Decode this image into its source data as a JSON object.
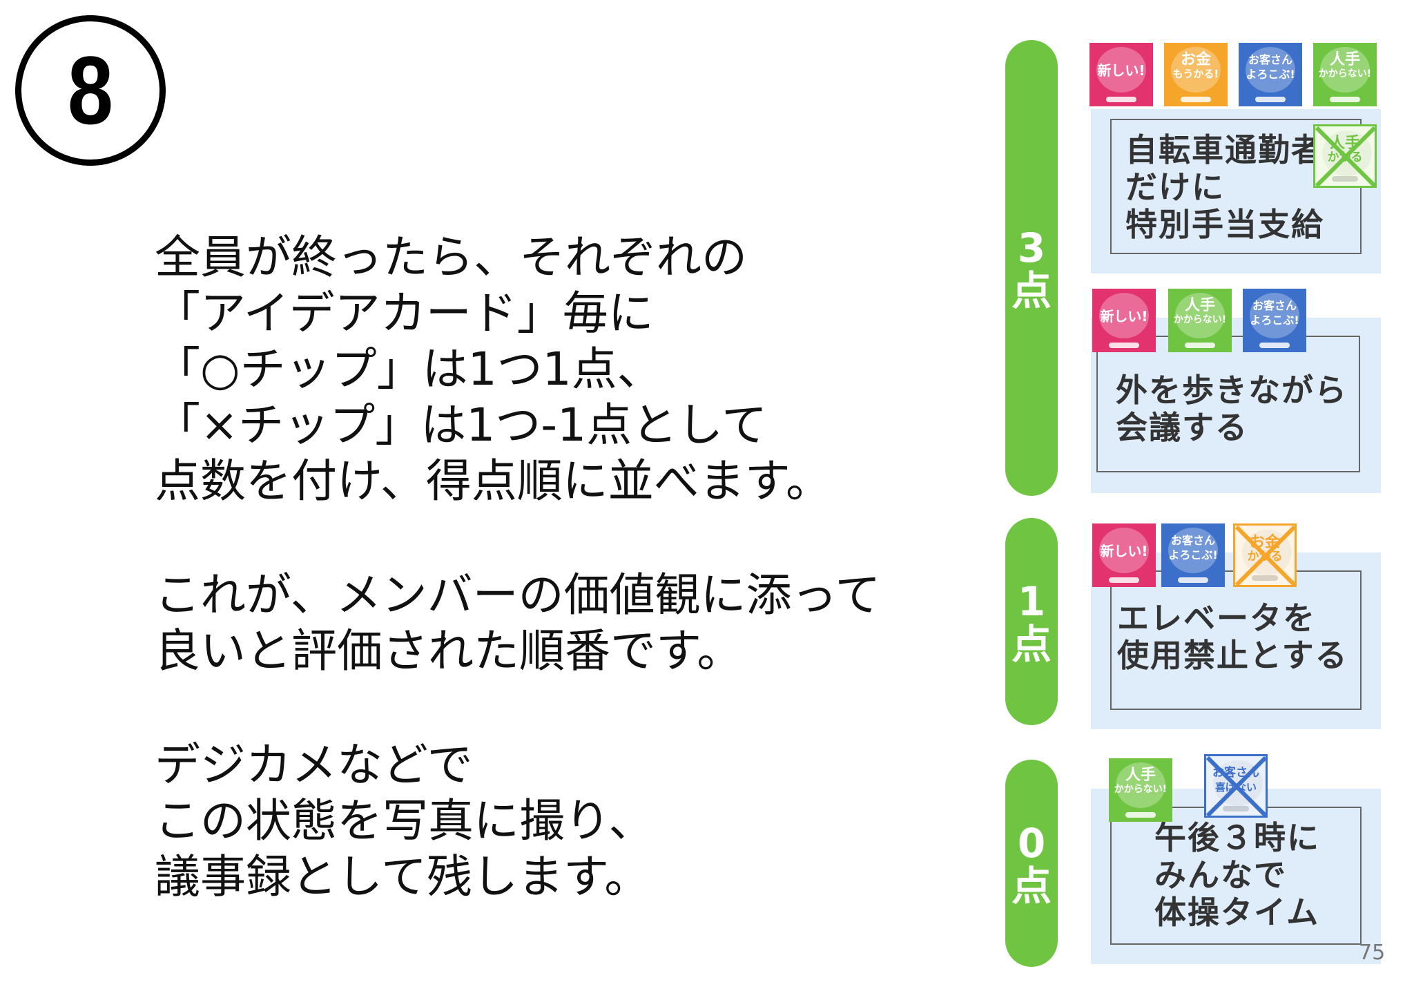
{
  "step_number": "8",
  "instructions": [
    [
      "全員が終ったら、それぞれの",
      "「アイデアカード」毎に",
      "「○チップ」は1つ1点、",
      "「×チップ」は1つ-1点として",
      "点数を付け、得点順に並べます。"
    ],
    [
      "これが、メンバーの価値観に添って",
      "良いと評価された順番です。"
    ],
    [
      "デジカメなどで",
      "この状態を写真に撮り、",
      "議事録として残します。"
    ]
  ],
  "score_groups": [
    {
      "score_label": "3点",
      "score_value": 3
    },
    {
      "score_label": "1点",
      "score_value": 1
    },
    {
      "score_label": "0点",
      "score_value": 0
    }
  ],
  "cards": [
    {
      "lines": [
        "自転車通勤者",
        "だけに",
        "特別手当支給"
      ],
      "score": "3点"
    },
    {
      "lines": [
        "外を歩きながら",
        "会議する"
      ],
      "score": "3点"
    },
    {
      "lines": [
        "エレベータを",
        "使用禁止とする"
      ],
      "score": "1点"
    },
    {
      "lines": [
        "午後３時に",
        "みんなで",
        "体操タイム"
      ],
      "score": "0点"
    }
  ],
  "chips": {
    "new": {
      "lines": [
        "新しい!"
      ],
      "color": "#e2336f"
    },
    "money": {
      "lines": [
        "お金",
        "もうかる!"
      ],
      "color": "#f6a52b"
    },
    "customer": {
      "lines": [
        "お客さん",
        "よろこぶ!"
      ],
      "color": "#3b6fc9"
    },
    "people": {
      "lines": [
        "人手",
        "かからない!"
      ],
      "color": "#6fc542"
    },
    "people_x": {
      "lines": [
        "人手",
        "かかる"
      ],
      "color": "#6fc542"
    },
    "money_x": {
      "lines": [
        "お金",
        "かかる"
      ],
      "color": "#f6a52b"
    },
    "customer_x": {
      "lines": [
        "お客さん",
        "喜ばない"
      ],
      "color": "#3b6fc9"
    }
  },
  "page_number": "75"
}
